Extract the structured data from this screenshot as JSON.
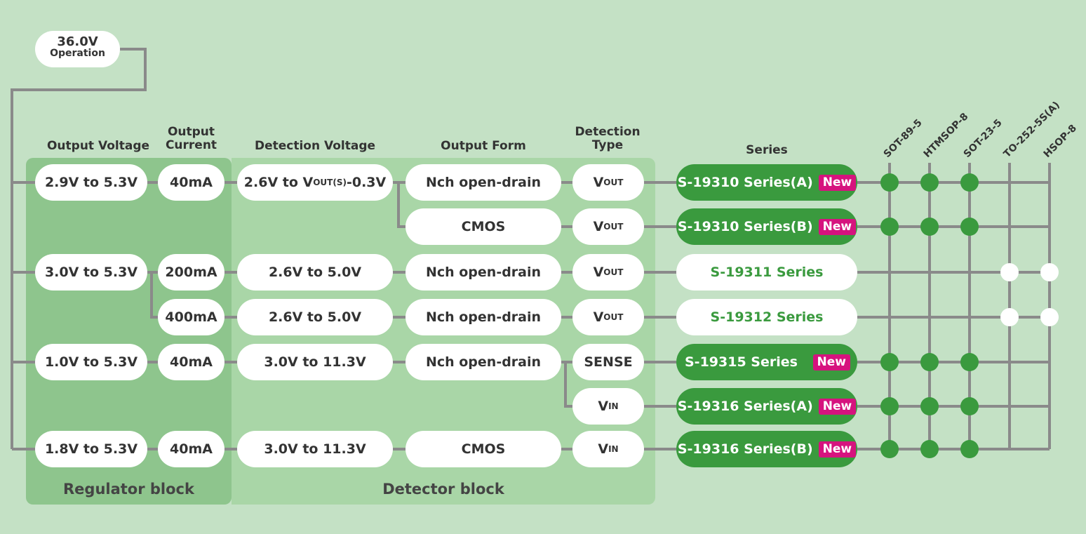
{
  "operation": {
    "voltage": "36.0V",
    "label": "Operation"
  },
  "headers": {
    "output_voltage": "Output Voltage",
    "output_current_1": "Output",
    "output_current_2": "Current",
    "detection_voltage": "Detection Voltage",
    "output_form": "Output Form",
    "detection_type_1": "Detection",
    "detection_type_2": "Type",
    "series": "Series"
  },
  "blocks": {
    "regulator": "Regulator block",
    "detector": "Detector block"
  },
  "packages": [
    "SOT-89-5",
    "HTMSOP-8",
    "SOT-23-5",
    "TO-252-5S(A)",
    "HSOP-8"
  ],
  "rows": [
    {
      "output_voltage": "2.9V to 5.3V",
      "output_current": "40mA",
      "detection_voltage_pre": "2.6V to V",
      "detection_voltage_sub": "OUT(S)",
      "detection_voltage_post": "-0.3V",
      "output_form": "Nch open-drain",
      "detection_type_main": "V",
      "detection_type_sub": "OUT",
      "series": "S-19310 Series(A)",
      "new": "New"
    },
    {
      "output_form": "CMOS",
      "detection_type_main": "V",
      "detection_type_sub": "OUT",
      "series": "S-19310 Series(B)",
      "new": "New"
    },
    {
      "output_voltage": "3.0V to 5.3V",
      "output_current": "200mA",
      "detection_voltage": "2.6V to 5.0V",
      "output_form": "Nch open-drain",
      "detection_type_main": "V",
      "detection_type_sub": "OUT",
      "series": "S-19311 Series"
    },
    {
      "output_current": "400mA",
      "detection_voltage": "2.6V to 5.0V",
      "output_form": "Nch open-drain",
      "detection_type_main": "V",
      "detection_type_sub": "OUT",
      "series": "S-19312 Series"
    },
    {
      "output_voltage": "1.0V to 5.3V",
      "output_current": "40mA",
      "detection_voltage": "3.0V to 11.3V",
      "output_form": "Nch open-drain",
      "detection_type": "SENSE",
      "series": "S-19315 Series",
      "new": "New"
    },
    {
      "detection_type_main": "V",
      "detection_type_sub": "IN",
      "series": "S-19316 Series(A)",
      "new": "New"
    },
    {
      "output_voltage": "1.8V to 5.3V",
      "output_current": "40mA",
      "detection_voltage": "3.0V to 11.3V",
      "output_form": "CMOS",
      "detection_type_main": "V",
      "detection_type_sub": "IN",
      "series": "S-19316 Series(B)",
      "new": "New"
    }
  ],
  "colors": {
    "background": "#c4e1c5",
    "regulator_block": "#8ec58d",
    "detector_block": "#a9d6a7",
    "series_new": "#3a9a3e",
    "new_badge": "#d6137e",
    "wire": "#8a8a8a"
  }
}
